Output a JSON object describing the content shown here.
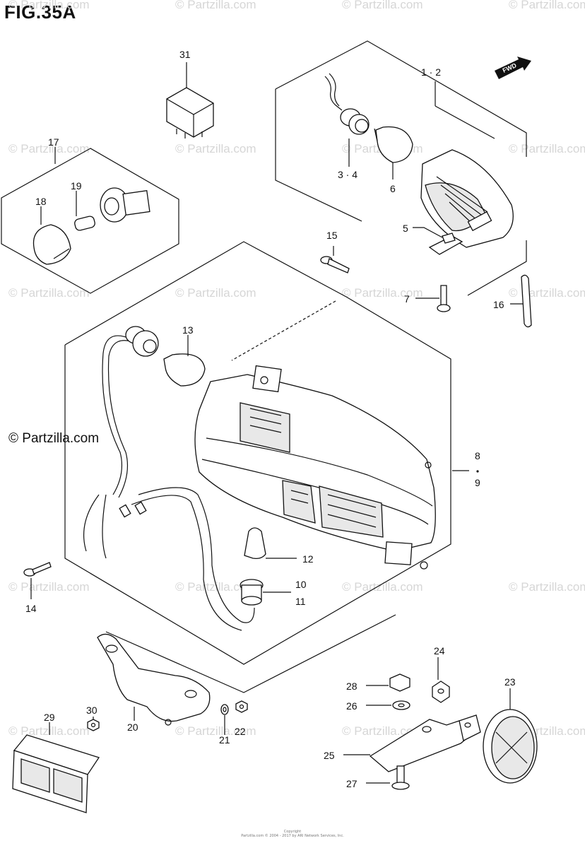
{
  "figure": {
    "title": "FIG.35A",
    "credit": "© Partzilla.com",
    "footer": [
      "Copyright",
      "Partzilla.com © 2004 - 2017 by ARI Network Services, Inc."
    ],
    "watermark": "© Partzilla.com"
  },
  "callouts": [
    "31",
    "1 · 2",
    "17",
    "19",
    "18",
    "3 · 4",
    "6",
    "5",
    "15",
    "7",
    "16",
    "13",
    "8",
    "9",
    "12",
    "10",
    "11",
    "14",
    "24",
    "23",
    "28",
    "26",
    "25",
    "27",
    "29",
    "30",
    "20",
    "21",
    "22"
  ],
  "parts": [
    {
      "key": "relay",
      "label": "31"
    },
    {
      "key": "front-turn-signal-assy",
      "label": "1 · 2"
    },
    {
      "key": "socket-assy-front",
      "label": "3 · 4"
    },
    {
      "key": "bulb-front",
      "label": "6"
    },
    {
      "key": "bracket-clip",
      "label": "5"
    },
    {
      "key": "screw-15",
      "label": "15"
    },
    {
      "key": "screw-7",
      "label": "7"
    },
    {
      "key": "strap-16",
      "label": "16"
    },
    {
      "key": "side-lamp-assy",
      "label": "17"
    },
    {
      "key": "lens-18",
      "label": "18"
    },
    {
      "key": "bulb-19",
      "label": "19"
    },
    {
      "key": "bulb-13",
      "label": "13"
    },
    {
      "key": "taillight-assy",
      "label": "8 · 9"
    },
    {
      "key": "bulb-12",
      "label": "12"
    },
    {
      "key": "socket-10-11",
      "label": "10 · 11"
    },
    {
      "key": "screw-14",
      "label": "14"
    },
    {
      "key": "bracket-20",
      "label": "20"
    },
    {
      "key": "washer-21",
      "label": "21"
    },
    {
      "key": "nut-22",
      "label": "22"
    },
    {
      "key": "reflector-29",
      "label": "29"
    },
    {
      "key": "nut-30",
      "label": "30"
    },
    {
      "key": "reflector-23",
      "label": "23"
    },
    {
      "key": "nut-24",
      "label": "24"
    },
    {
      "key": "bracket-25",
      "label": "25"
    },
    {
      "key": "washer-26",
      "label": "26"
    },
    {
      "key": "bolt-27",
      "label": "27"
    },
    {
      "key": "nut-28",
      "label": "28"
    }
  ],
  "fwd_arrow": "FWD",
  "colors": {
    "line": "#111111",
    "watermark": "#d6d6d6"
  }
}
